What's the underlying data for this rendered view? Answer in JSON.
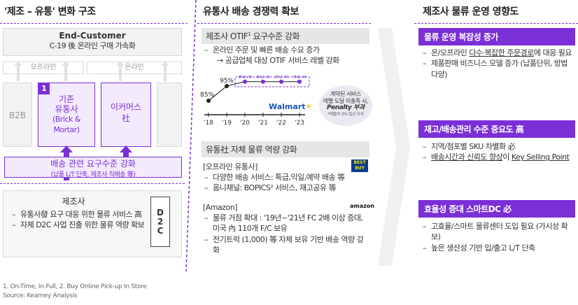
{
  "col1": {
    "title": "'제조 – 유통' 변화 구조",
    "end_customer": "End-Customer",
    "end_customer_sub": "C-19 後 온라인 구매 가속화",
    "offline": "오프라인",
    "online": "온라인",
    "b2b": "B2B",
    "badge": "1",
    "traditional": [
      "기존",
      "유통사",
      "(Brick &",
      "Mortar)"
    ],
    "ecommerce": [
      "이커머스",
      "社"
    ],
    "req_title": "배송 관련 요구수준 강화",
    "req_sub": "(납품 L/T 단축, 제조사 직배송 等)",
    "manufacturer": "제조사",
    "bullets": [
      "유통사發 요구 대응 위한 물류 서비스 高",
      "자체 D2C 사업 진출 위한 물류 역량 확보"
    ],
    "d2c": [
      "D",
      "2",
      "C"
    ]
  },
  "col2": {
    "title": "유통사 배송 경쟁력 확보",
    "otif_head": "제조사 OTIF",
    "otif_sup": "1",
    "otif_head2": " 요구수준 강화",
    "otif_b1": "온라인 주문 및 빠른 배송 수요 증가",
    "otif_b2": "→ 공급업체 대상 OTIF 서비스 레벨 강화",
    "walmart": "Walmart",
    "callout": [
      "계약된 서비스",
      "레벨 도달 미충족 시,",
      "Penalty 부과"
    ],
    "callout_small": "*매출의 3% 벌금 부과",
    "logistics_head": "유통社 자체 물류 역량 강화",
    "offline_head": "[오프라인 유통사]",
    "offline_b1": "다양한 배송 서비스: 특급,익일,예약 배송 等",
    "offline_b2": "옴니채널: BOPICS² 서비스, 재고공유 等",
    "bestbuy": [
      "BEST",
      "BUY"
    ],
    "amazon_head": "[Amazon]",
    "amazon_logo": "amazon",
    "amazon_b1": "물류 거점 확대 : '19년~'21년 FC 2배 이상 증대, 미국 內 110개 F/C 보유",
    "amazon_b2": "전기트럭 (1,000) 等 자체 보유 기반 배송 역량 강화"
  },
  "col3": {
    "title": "제조사 물류 운영 영향도",
    "s1_head": "물류 운영 복잡성 증가",
    "s1_b1a": "온/오프라인 ",
    "s1_b1b": "다수·복잡한 주문경로",
    "s1_b1c": "에 대응 필요",
    "s1_b2": "제품판매 비즈니스 모델 증가 (납품단위, 방법 다양)",
    "s2_head": "재고/배송관리 수준 중요도 高",
    "s2_b1": "지역/점포별 SKU 차별화 必",
    "s2_b2a": "배송시간과 신뢰도 향상",
    "s2_b2b": "이 ",
    "s2_b2c": "Key Selling Point",
    "s3_head": "효율성 증대 스마트DC 必",
    "s3_b1": "고효율/스마트 물류센터 도입 필요 (가시성 확보)",
    "s3_b2": "높은 생산성 기반 입/출고 L/T 단축"
  },
  "footnotes": [
    "1. On-Time, In-Full, 2. Buy Online Pick-up In Store",
    "Source: Kearney Analysis"
  ],
  "chart_data": {
    "type": "line",
    "x": [
      "'18",
      "'19",
      "'20",
      "'21",
      "'22",
      "'23"
    ],
    "values": [
      85,
      95,
      98,
      98,
      98,
      98
    ],
    "labels": [
      "85%",
      "95%",
      "98%",
      "98%",
      "98%",
      "98%"
    ]
  },
  "colors": {
    "accent": "#7b2fd6"
  }
}
